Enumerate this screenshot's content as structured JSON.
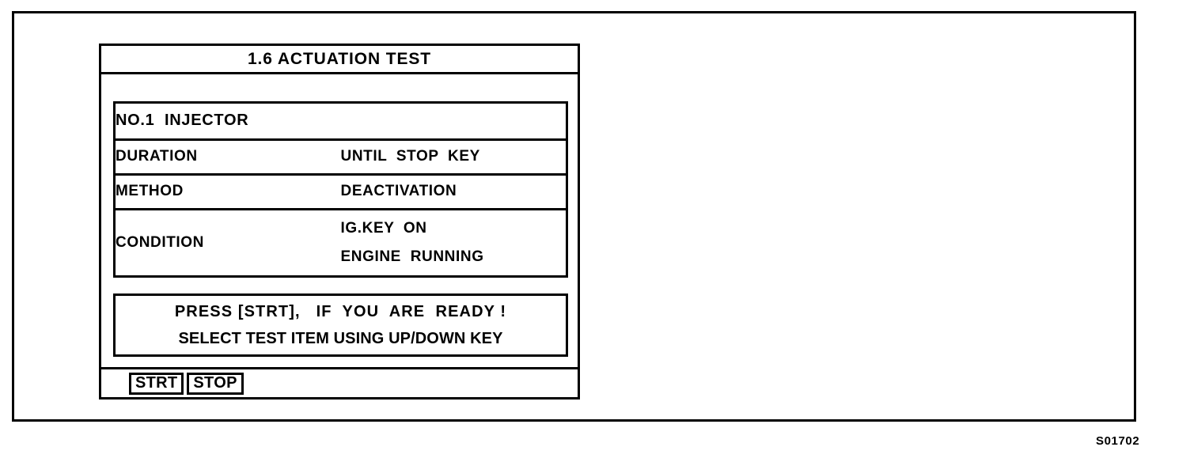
{
  "figure": {
    "reference_label": "S01702"
  },
  "panel": {
    "title": "1.6 ACTUATION TEST",
    "header_row": {
      "label": "NO.1  INJECTOR"
    },
    "table": {
      "rows": [
        {
          "label": "DURATION",
          "value_lines": [
            "UNTIL  STOP  KEY"
          ]
        },
        {
          "label": "METHOD",
          "value_lines": [
            "DEACTIVATION"
          ]
        },
        {
          "label": "CONDITION",
          "value_lines": [
            "IG.KEY  ON",
            "ENGINE  RUNNING"
          ]
        }
      ]
    },
    "message": {
      "line1": "PRESS [STRT],   IF  YOU  ARE  READY !",
      "line2": "SELECT TEST ITEM USING UP/DOWN KEY"
    },
    "softkeys": [
      {
        "label": "STRT"
      },
      {
        "label": "STOP"
      }
    ]
  },
  "colors": {
    "ink": "#000000",
    "paper": "#ffffff"
  }
}
